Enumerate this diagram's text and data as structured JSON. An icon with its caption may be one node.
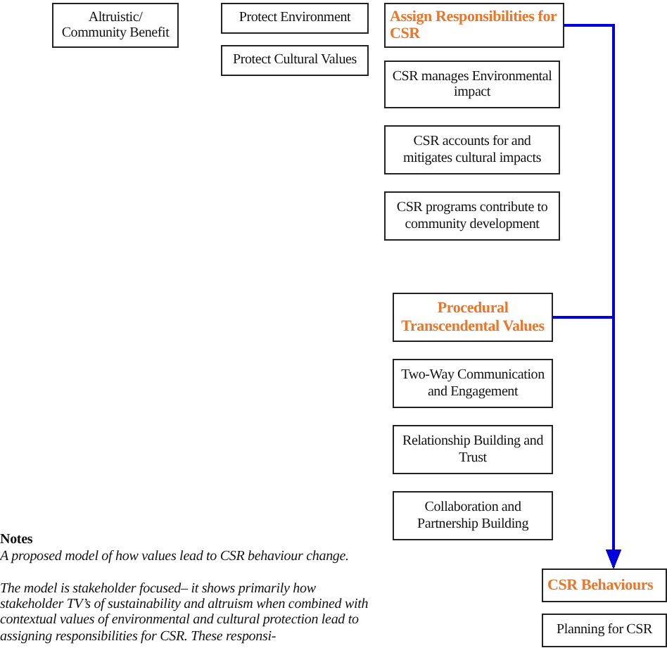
{
  "diagram": {
    "nodes": [
      {
        "text": [
          "Altruistic/ Community Benefit"
        ]
      },
      {
        "text": [
          "Protect Environment"
        ]
      },
      {
        "text": [
          "Protect Cultural Values"
        ]
      },
      {
        "text": [
          "Assign Responsibilities for CSR"
        ]
      },
      {
        "text": [
          "CSR manages Environmental impact"
        ]
      },
      {
        "text": [
          "CSR accounts for and mitigates cultural impacts"
        ]
      },
      {
        "text": [
          "CSR programs contribute to community development"
        ]
      },
      {
        "text": [
          "Procedural Transcendental Values"
        ]
      },
      {
        "text": [
          "Two-Way Communication and Engagement"
        ]
      },
      {
        "text": [
          "Relationship Building and Trust"
        ]
      },
      {
        "text": [
          "Collaboration and Partnership Building"
        ]
      },
      {
        "text": [
          "CSR Behaviours"
        ]
      },
      {
        "text": [
          "Planning for CSR"
        ]
      }
    ],
    "edges": [
      {
        "from": 3,
        "to": 11,
        "arrow": "to"
      },
      {
        "from": 7,
        "to": 11,
        "arrow": "to"
      }
    ],
    "labels": [
      "Notes",
      "A proposed model of how values lead to CSR behaviour change.",
      "The model is stakeholder focused– it shows primarily how stakeholder TV’s of sustainability and altruism when combined with contextual values of environmental and cultural protection lead to assigning responsibilities for CSR. These responsi-"
    ]
  }
}
